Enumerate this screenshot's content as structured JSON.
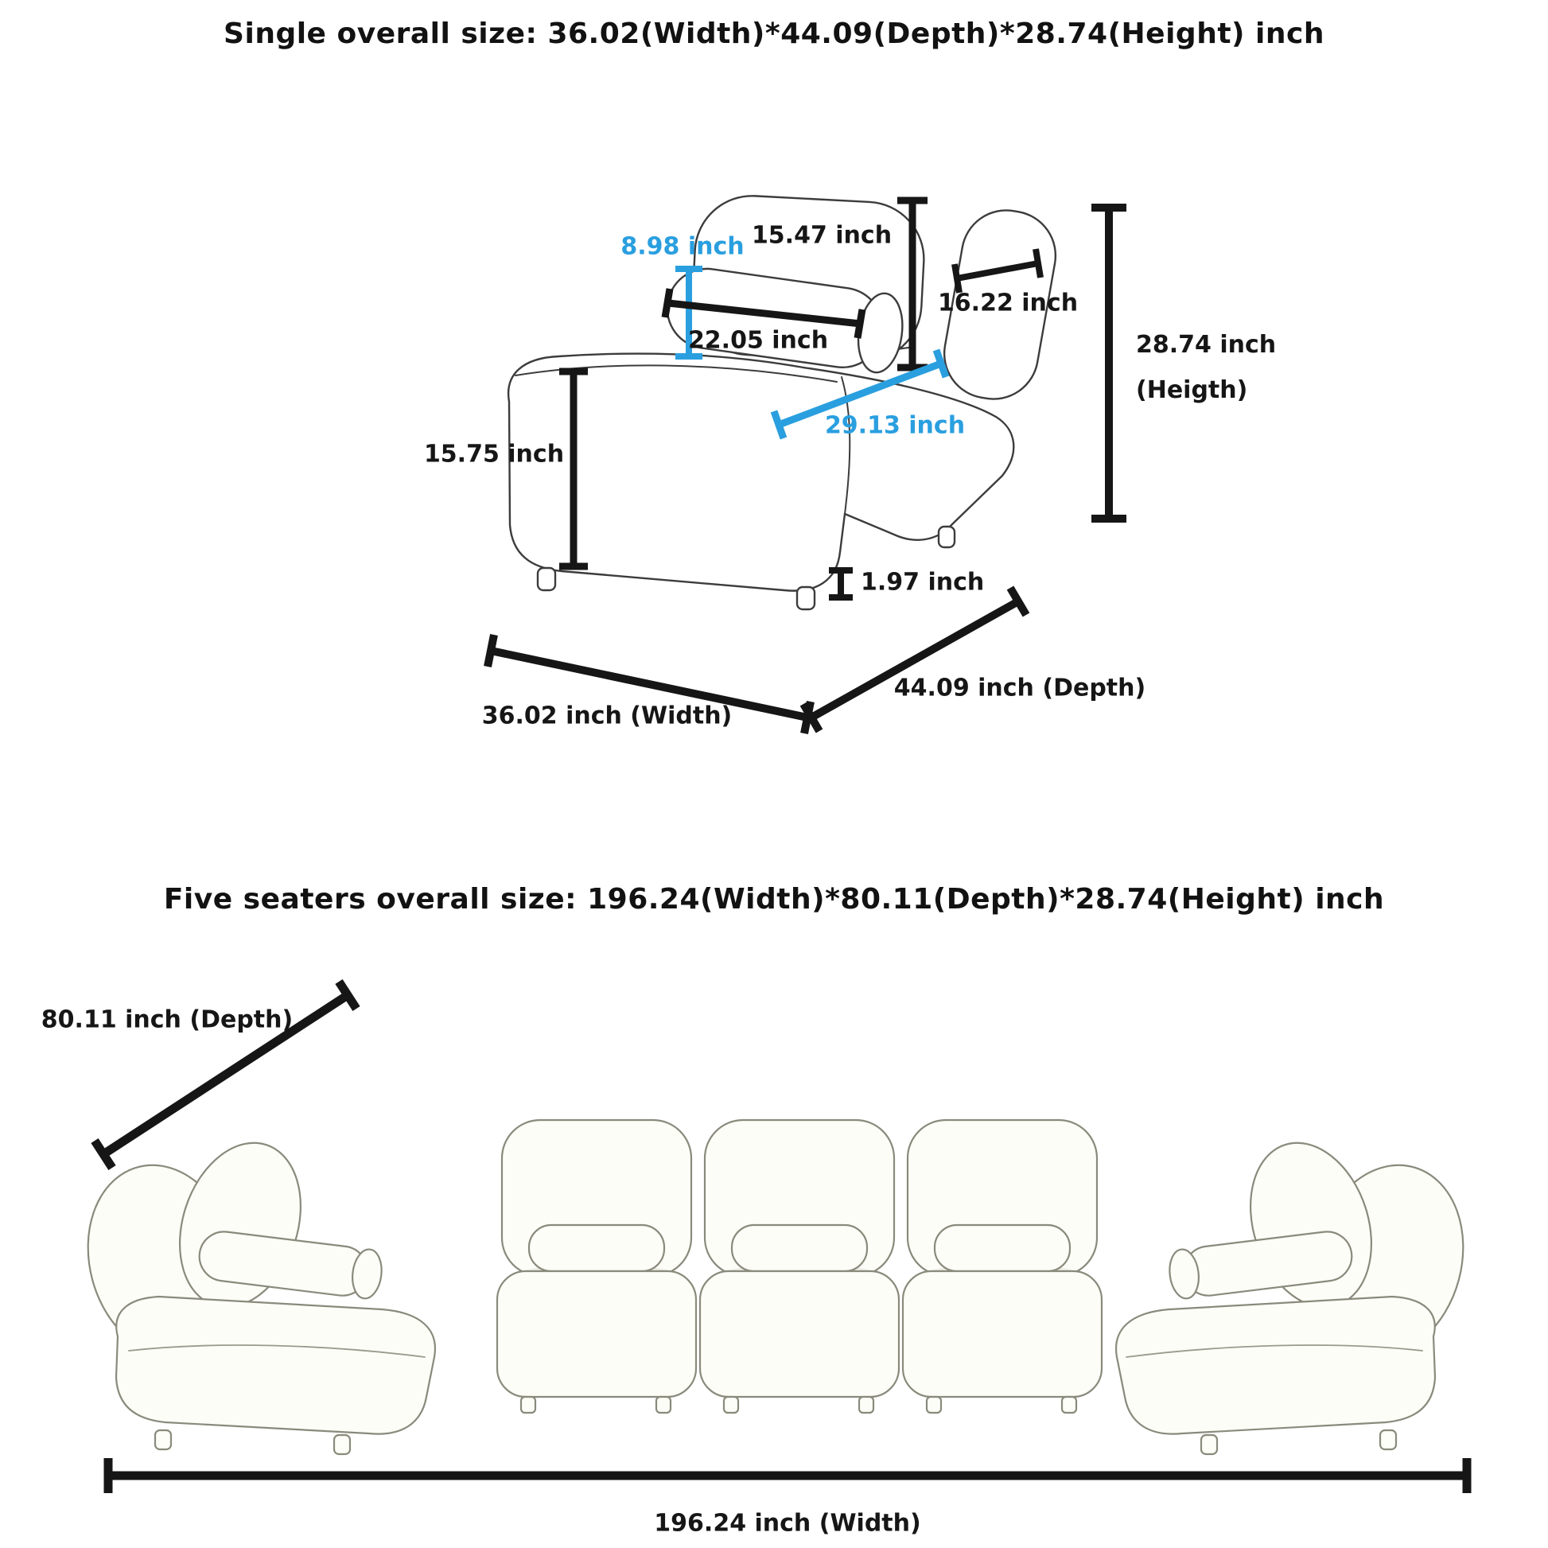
{
  "colors": {
    "dimension_black": "#161616",
    "highlight_blue": "#2a9fdf",
    "single_sketch_stroke": "#3c3c3c",
    "five_sketch_stroke": "#8a8a7c",
    "background": "#ffffff"
  },
  "single": {
    "title": "Single overall size: 36.02(Width)*44.09(Depth)*28.74(Height) inch",
    "dims": {
      "back_height": "15.47 inch",
      "bolster_thickness": "8.98 inch",
      "bolster_length": "22.05 inch",
      "wing_length": "16.22 inch",
      "overall_height": "28.74 inch",
      "overall_height_note": "(Heigth)",
      "seat_diagonal": "29.13 inch",
      "seat_height": "15.75 inch",
      "leg_height": "1.97 inch",
      "depth": "44.09 inch (Depth)",
      "width": "36.02 inch (Width)"
    }
  },
  "five_seater": {
    "title": "Five seaters overall size: 196.24(Width)*80.11(Depth)*28.74(Height) inch",
    "dims": {
      "depth": "80.11 inch (Depth)",
      "width": "196.24 inch (Width)"
    }
  }
}
